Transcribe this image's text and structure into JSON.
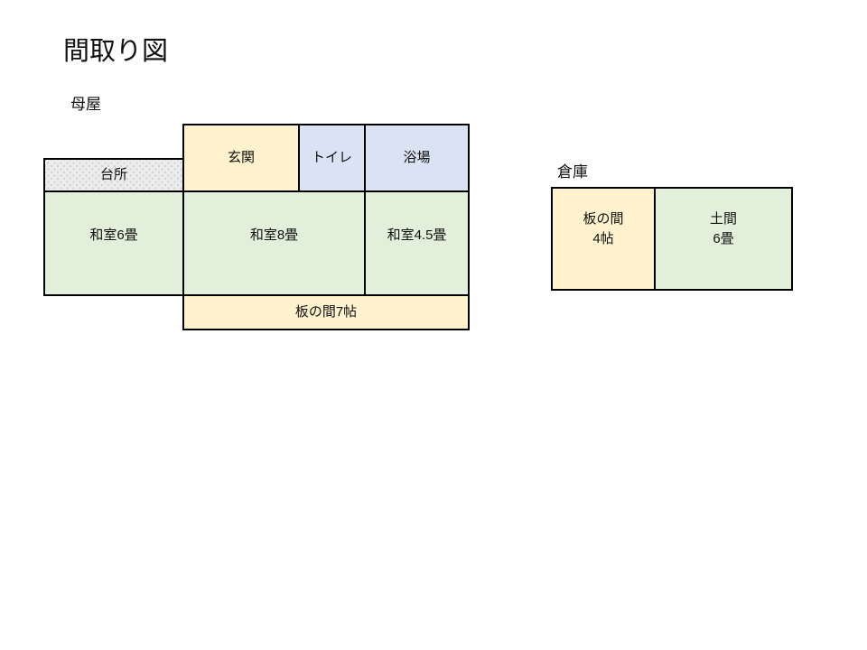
{
  "title": "間取り図",
  "colors": {
    "wood_cream": "#FFF2CC",
    "water_blue": "#DAE3F3",
    "tatami_green": "#E2EFDA",
    "kitchen_gray": "#ECECEC",
    "border": "#000000",
    "background": "#FFFFFF"
  },
  "main_house": {
    "label": "母屋",
    "rooms": [
      {
        "id": "genkan",
        "label": "玄関",
        "fill": "#FFF2CC"
      },
      {
        "id": "toilet",
        "label": "トイレ",
        "fill": "#DAE3F3"
      },
      {
        "id": "bath",
        "label": "浴場",
        "fill": "#DAE3F3"
      },
      {
        "id": "kitchen",
        "label": "台所",
        "fill": "#ECECEC"
      },
      {
        "id": "washitsu-6",
        "label": "和室6畳",
        "fill": "#E2EFDA"
      },
      {
        "id": "washitsu-8",
        "label": "和室8畳",
        "fill": "#E2EFDA"
      },
      {
        "id": "washitsu-4-5",
        "label": "和室4.5畳",
        "fill": "#E2EFDA"
      },
      {
        "id": "itanoma-7",
        "label": "板の間7帖",
        "fill": "#FFF2CC"
      }
    ]
  },
  "warehouse": {
    "label": "倉庫",
    "rooms": [
      {
        "id": "itanoma-4",
        "label": "板の間\n4帖",
        "fill": "#FFF2CC"
      },
      {
        "id": "doma-6",
        "label": "土間\n6畳",
        "fill": "#E2EFDA"
      }
    ]
  }
}
